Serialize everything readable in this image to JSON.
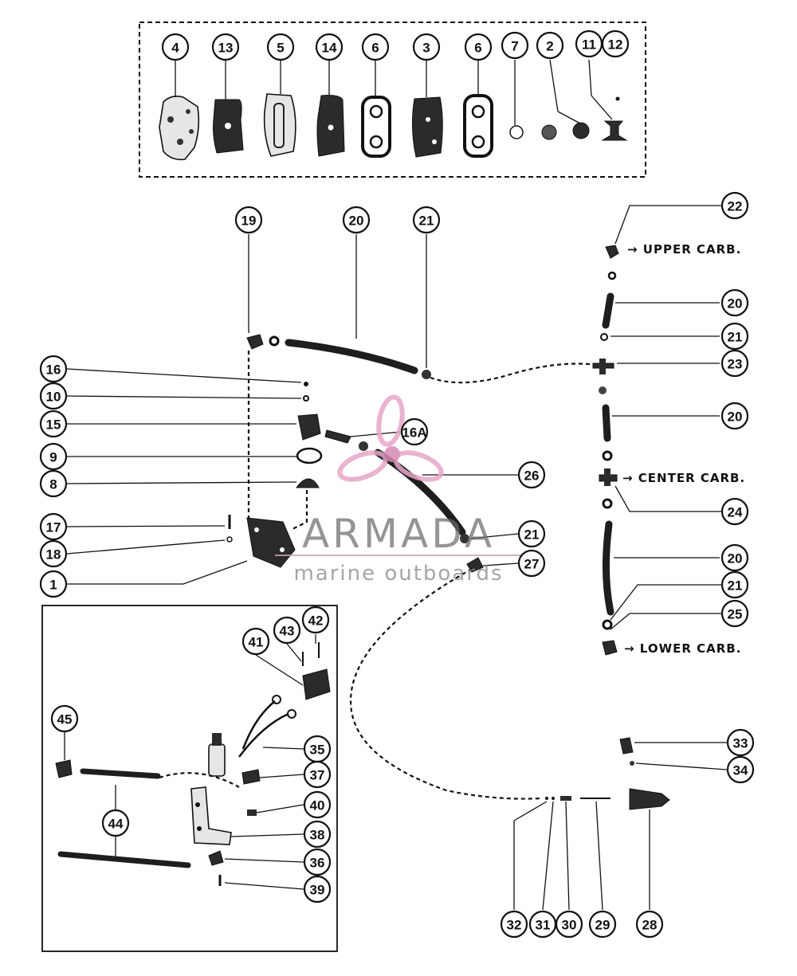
{
  "callouts": [
    "4",
    "13",
    "5",
    "14",
    "6",
    "3",
    "6",
    "7",
    "2",
    "11",
    "12",
    "19",
    "20",
    "21",
    "22",
    "20",
    "21",
    "23",
    "20",
    "24",
    "20",
    "21",
    "25",
    "16",
    "10",
    "15",
    "16A",
    "9",
    "8",
    "26",
    "17",
    "18",
    "1",
    "21",
    "27",
    "42",
    "43",
    "41",
    "45",
    "35",
    "37",
    "40",
    "44",
    "38",
    "36",
    "39",
    "33",
    "34",
    "32",
    "31",
    "30",
    "29",
    "28"
  ],
  "carb_labels": {
    "upper": "→ UPPER CARB.",
    "center": "→ CENTER CARB.",
    "lower": "→ LOWER CARB."
  },
  "watermark": {
    "brand": "ARMADA",
    "tagline": "marine outboards"
  },
  "colors": {
    "ink": "#111111",
    "watermark_pink": "#e7a6c8",
    "watermark_gray": "#6b6b6b"
  }
}
